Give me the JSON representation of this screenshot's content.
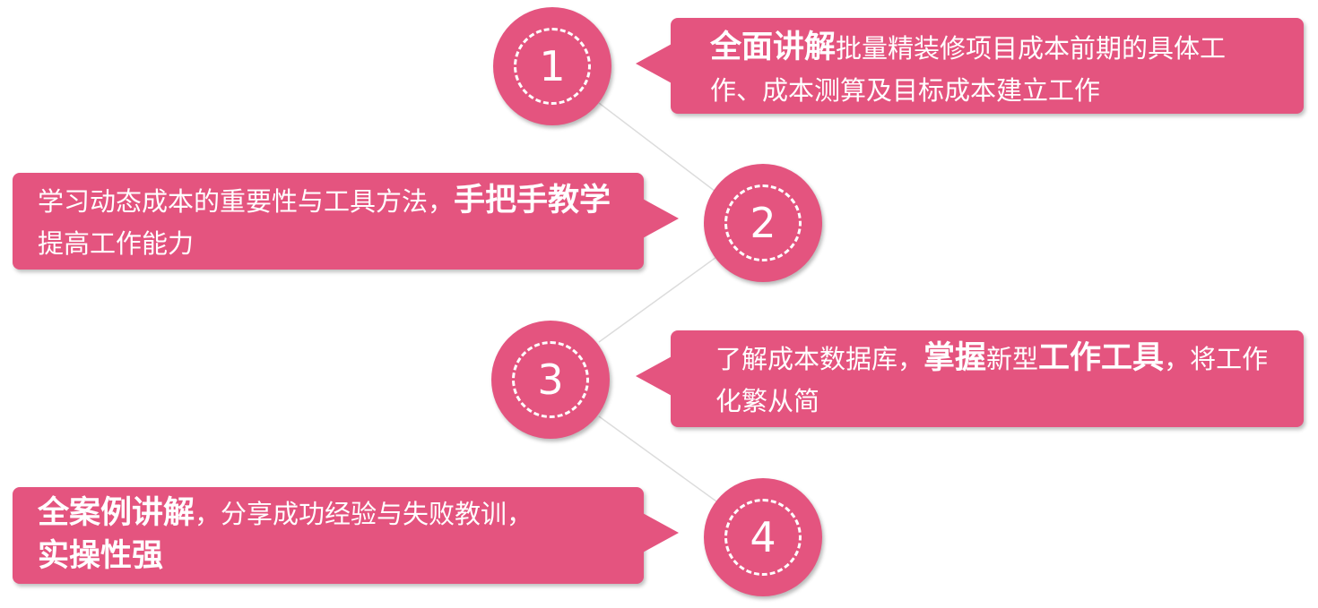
{
  "steps": [
    {
      "number": "1",
      "bold": "全面讲解",
      "text": "批量精装修项目成本前期的具体工作、成本测算及目标成本建立工作"
    },
    {
      "number": "2",
      "text": "学习动态成本的重要性与工具方法，",
      "bold": "手把手教学",
      "text2": "提高工作能力"
    },
    {
      "number": "3",
      "text": "了解成本数据库，",
      "bold": "掌握",
      "text2": "新型",
      "bold2": "工作工具",
      "text3": "，将工作化繁从简"
    },
    {
      "number": "4",
      "bold": "全案例讲解",
      "text": "，分享成功经验与失败教训，",
      "bold2": "实操性强"
    }
  ],
  "colors": {
    "accent": "#e4547f",
    "connector": "#d9d9d9"
  }
}
